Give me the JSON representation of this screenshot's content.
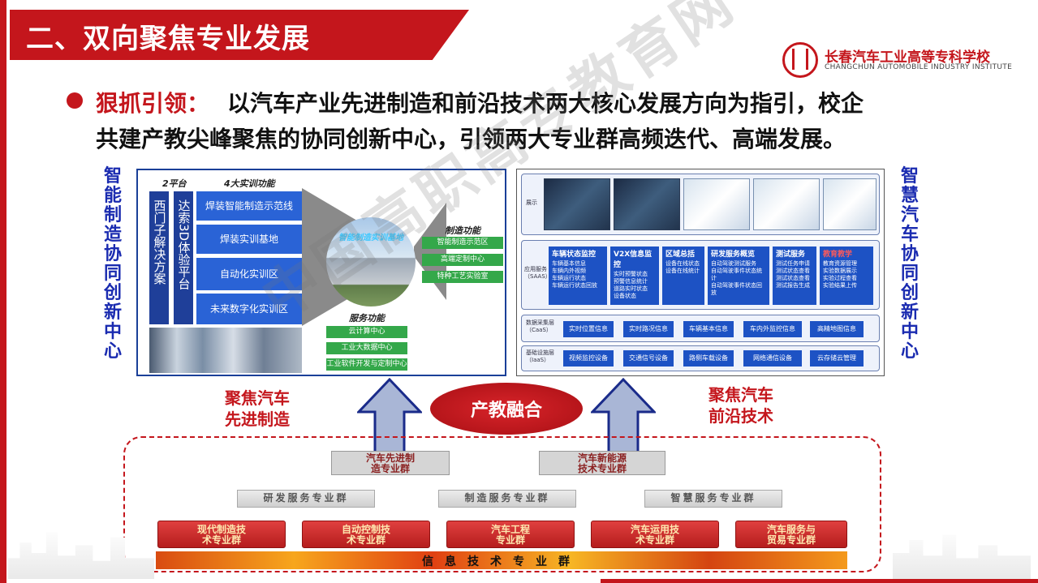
{
  "header": {
    "title": "二、双向聚焦专业发展",
    "school_cn": "长春汽车工业高等专科学校",
    "school_en": "CHANGCHUN AUTOMOBILE INDUSTRY INSTITUTE"
  },
  "bullet": {
    "keyword": "狠抓引领：",
    "line1": "以汽车产业先进制造和前沿技术两大核心发展方向为指引，校企",
    "line2": "共建产教尖峰聚焦的协同创新中心，引领两大专业群高频迭代、高端发展。"
  },
  "left_vertical": [
    "智",
    "能",
    "制",
    "造",
    "协",
    "同",
    "创",
    "新",
    "中",
    "心"
  ],
  "right_vertical": [
    "智",
    "慧",
    "汽",
    "车",
    "协",
    "同",
    "创",
    "新",
    "中",
    "心"
  ],
  "left_panel": {
    "platform_title": "2平台",
    "function_title": "4大实训功能",
    "platforms": [
      "西门子解决方案",
      "达索3D体验平台"
    ],
    "functions": [
      "焊装智能制造示范线",
      "焊装实训基地",
      "自动化实训区",
      "未来数字化实训区"
    ],
    "center_label": "智能制造实训基地",
    "manufacturing_title": "制造功能",
    "manufacturing": [
      "智能制造示范区",
      "高端定制中心",
      "特种工艺实验室"
    ],
    "service_title": "服务功能",
    "services": [
      "云计算中心",
      "工业大数据中心",
      "工业软件开发与定制中心"
    ]
  },
  "right_panel": {
    "layer_display": "展示",
    "layer_saas": "应用服务（SAAS）",
    "layer_caas": "数据采集层（CaaS）",
    "layer_iaas": "基础设施层（IaaS）",
    "saas_modules": [
      {
        "title": "车辆状态监控",
        "items": [
          "车辆基本信息",
          "车辆内外视频",
          "车辆运行状态",
          "车辆运行状态回放"
        ]
      },
      {
        "title": "V2X信息监控",
        "items": [
          "实时预警状态",
          "预警信息统计",
          "道路实时状态",
          "设备状态"
        ]
      },
      {
        "title": "区域总括",
        "items": [
          "设备在线状态",
          "设备在线统计"
        ]
      },
      {
        "title": "研发服务概览",
        "items": [
          "自动驾驶测试服务",
          "自动驾驶事件状态统计",
          "自动驾驶事件状态回放"
        ]
      },
      {
        "title": "测试服务",
        "items": [
          "测试任务申请",
          "测试状态查看",
          "测试状态查看",
          "测试报告生成"
        ]
      },
      {
        "title": "教育教学",
        "items": [
          "教育资源管理",
          "实验数据展示",
          "实验过程查看",
          "实验结果上传"
        ]
      }
    ],
    "caas_items": [
      "实时位置信息",
      "实时路况信息",
      "车辆基本信息",
      "车内外监控信息",
      "高精地图信息"
    ],
    "iaas_items": [
      "视频监控设备",
      "交通信号设备",
      "路侧车载设备",
      "网络通信设备",
      "云存储云管理"
    ]
  },
  "middle": {
    "left_focus": [
      "聚焦汽车",
      "先进制造"
    ],
    "right_focus": [
      "聚焦汽车",
      "前沿技术"
    ],
    "fusion": "产教融合"
  },
  "groups": {
    "top": [
      [
        "汽车先进制",
        "造专业群"
      ],
      [
        "汽车新能源",
        "技术专业群"
      ]
    ],
    "bands": [
      "研发服务专业群",
      "制造服务专业群",
      "智慧服务专业群"
    ],
    "bottom": [
      [
        "现代制造技",
        "术专业群"
      ],
      [
        "自动控制技",
        "术专业群"
      ],
      [
        "汽车工程",
        "专业群"
      ],
      [
        "汽车运用技",
        "术专业群"
      ],
      [
        "汽车服务与",
        "贸易专业群"
      ]
    ],
    "base": "信息技术专业群"
  },
  "watermark": "中国高职高专教育网",
  "colors": {
    "brand_red": "#c4161c",
    "navy": "#1a3f98",
    "accent_blue": "#2a63d6",
    "green": "#34a84a"
  }
}
